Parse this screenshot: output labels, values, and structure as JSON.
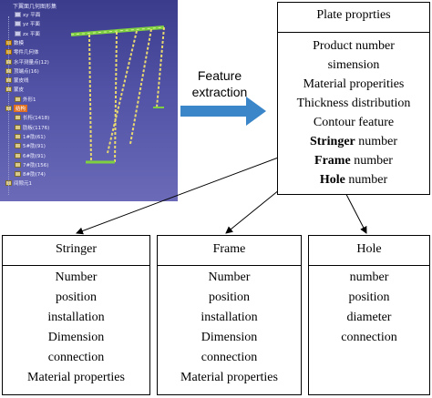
{
  "cad_tree": {
    "title": "下翼面几何图形集",
    "items": [
      {
        "label": "xy 平面",
        "indent": 1,
        "icon": "plane"
      },
      {
        "label": "yz 平面",
        "indent": 1,
        "icon": "plane"
      },
      {
        "label": "zx 平面",
        "indent": 1,
        "icon": "plane"
      },
      {
        "label": "数模",
        "indent": 0,
        "icon": "part"
      },
      {
        "label": "零件几何体",
        "indent": 0,
        "icon": "part"
      },
      {
        "label": "水平测量点(12)",
        "indent": 0,
        "icon": "folder"
      },
      {
        "label": "顶端点(16)",
        "indent": 0,
        "icon": "folder"
      },
      {
        "label": "蒙皮线",
        "indent": 0,
        "icon": "folder"
      },
      {
        "label": "蒙皮",
        "indent": 0,
        "icon": "folder"
      },
      {
        "label": "外形1",
        "indent": 1,
        "icon": "folder"
      },
      {
        "label": "结构",
        "indent": 0,
        "icon": "folder",
        "selected": true
      },
      {
        "label": "长桁(1418)",
        "indent": 1,
        "icon": "folder"
      },
      {
        "label": "肋板(1176)",
        "indent": 1,
        "icon": "folder"
      },
      {
        "label": "1#肋(61)",
        "indent": 1,
        "icon": "folder"
      },
      {
        "label": "5#肋(91)",
        "indent": 1,
        "icon": "folder"
      },
      {
        "label": "6#肋(91)",
        "indent": 1,
        "icon": "folder"
      },
      {
        "label": "7#肋(156)",
        "indent": 1,
        "icon": "folder"
      },
      {
        "label": "8#肋(74)",
        "indent": 1,
        "icon": "folder"
      },
      {
        "label": "间隙元1",
        "indent": 0,
        "icon": "folder"
      }
    ]
  },
  "arrow_label": "Feature extraction",
  "plate_box": {
    "title": "Plate proprties",
    "items": [
      {
        "text": "Product number",
        "bold": ""
      },
      {
        "text": "simension",
        "bold": ""
      },
      {
        "text": "Material properities",
        "bold": ""
      },
      {
        "text": "Thickness distribution",
        "bold": ""
      },
      {
        "text": "Contour feature",
        "bold": ""
      },
      {
        "bold": "Stringer",
        "text": " number"
      },
      {
        "bold": "Frame",
        "text": " number"
      },
      {
        "bold": "Hole",
        "text": " number"
      }
    ]
  },
  "stringer_box": {
    "title": "Stringer",
    "items": [
      "Number",
      "position",
      "installation",
      "Dimension",
      "connection",
      "Material properties"
    ]
  },
  "frame_box": {
    "title": "Frame",
    "items": [
      "Number",
      "position",
      "installation",
      "Dimension",
      "connection",
      "Material properties"
    ]
  },
  "hole_box": {
    "title": "Hole",
    "items": [
      "number",
      "position",
      "diameter",
      "connection"
    ]
  },
  "colors": {
    "arrow": "#3a86c8",
    "cad_background": "#4a4a9c",
    "model_green": "#7fd040"
  }
}
